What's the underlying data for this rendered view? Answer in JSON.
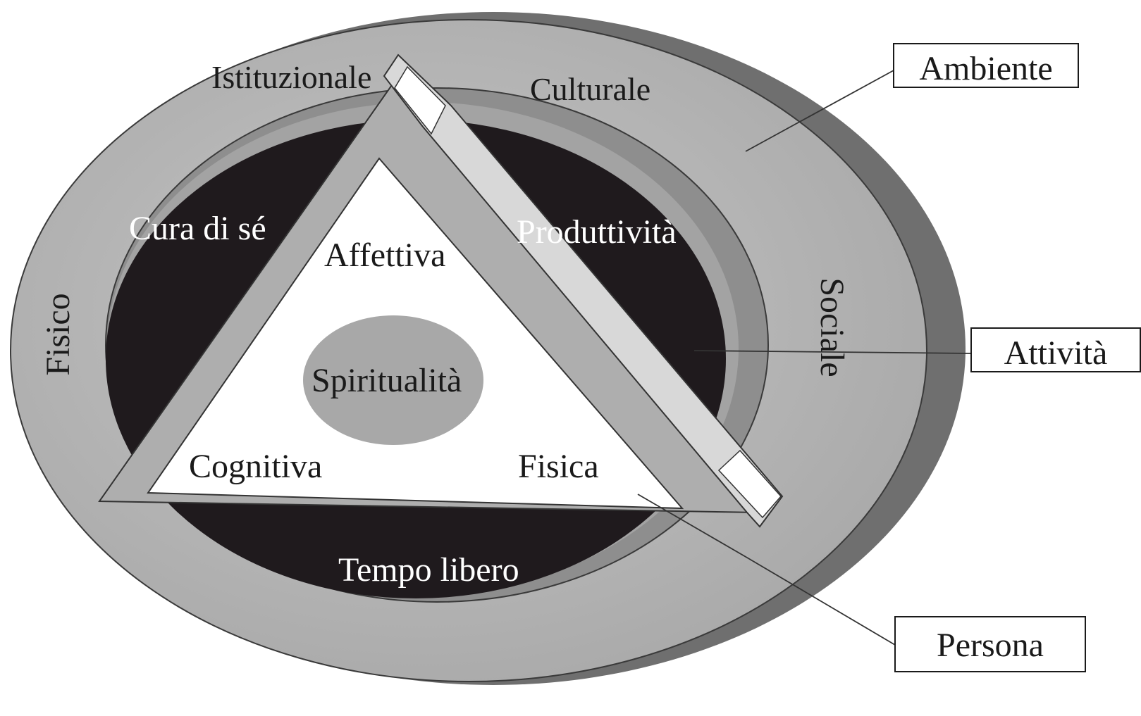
{
  "diagram": {
    "environment_labels": {
      "istituzionale": "Istituzionale",
      "culturale": "Culturale",
      "fisico": "Fisico",
      "sociale": "Sociale"
    },
    "occupation_labels": {
      "cura_di_se": "Cura di sé",
      "produttivita": "Produttività",
      "tempo_libero": "Tempo libero"
    },
    "person_labels": {
      "affettiva": "Affettiva",
      "spiritualita": "Spiritualità",
      "cognitiva": "Cognitiva",
      "fisica": "Fisica"
    },
    "callouts": {
      "ambiente": "Ambiente",
      "attivita": "Attività",
      "persona": "Persona"
    }
  },
  "colors": {
    "ring_light": "#b9b9b9",
    "ring_shadow": "#6f6f6f",
    "inner_ring": "#8e8e8e",
    "occupation_fill": "#1f1a1d",
    "triangle_frame": "#aeaeae",
    "person_fill": "#ffffff",
    "spirituality_fill": "#a8a8a8"
  }
}
